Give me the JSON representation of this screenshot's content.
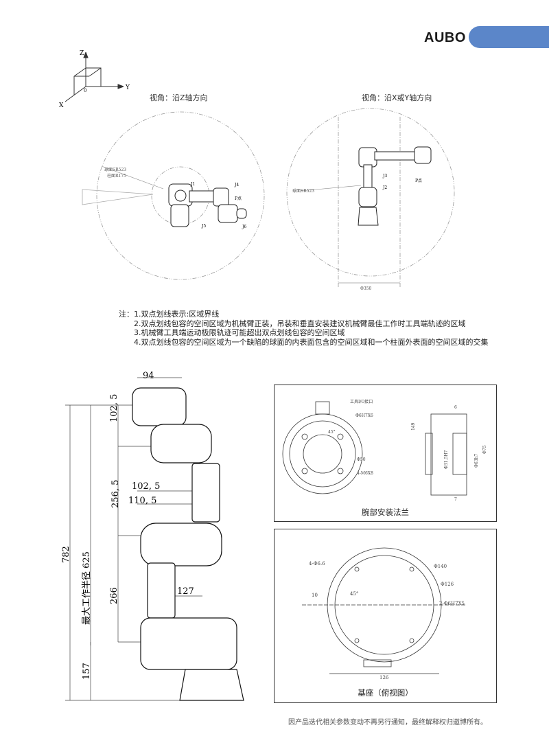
{
  "header": {
    "brand": "AUBO",
    "accent": "#5b86c9"
  },
  "axes_icon": {
    "z": "Z",
    "y": "Y",
    "x": "X",
    "origin": "0"
  },
  "views": {
    "left_caption": "视角：沿Z轴方向",
    "right_caption": "视角：沿X或Y轴方向",
    "left_labels": {
      "sphere": "球面SR523",
      "cylinder": "柱面R175",
      "j1": "J1",
      "j4": "J4",
      "j5": "J5",
      "j6": "J6",
      "p": "P点"
    },
    "right_labels": {
      "sphere": "球面SR523",
      "j2": "J2",
      "j3": "J3",
      "p": "P点",
      "diameter": "Φ350"
    }
  },
  "notes": {
    "lines": [
      "注：1.双点划线表示:区域界线",
      "2.双点划线包容的空间区域为机械臂正装，吊装和垂直安装建议机械臂最佳工作时工具端轨迹的区域",
      "3.机械臂工具端运动极限轨迹可能超出双点划线包容的空间区域",
      "4.双点划线包容的空间区域为一个缺陷的球面的内表面包含的空间区域和一个柱面外表面的空间区域的交集"
    ]
  },
  "arm_dims": {
    "d94": "94",
    "d102_5_top": "102, 5",
    "d256_5": "256, 5",
    "d102_5": "102, 5",
    "d110_5": "110, 5",
    "d782": "782",
    "d625": "最大工作半径 625",
    "d266": "266",
    "d127": "127",
    "d157": "157"
  },
  "flange": {
    "caption": "腕部安装法兰",
    "labels": {
      "io": "工具I/O接口",
      "d6h7x6": "Φ6H7X6",
      "d50": "Φ50",
      "m6": "4-M6X8",
      "a45": "45°",
      "d6": "6",
      "d149": "149",
      "d31": "Φ31.5H7",
      "d63": "Φ63h7",
      "d75": "Φ75",
      "d7": "7"
    }
  },
  "base": {
    "caption": "基座（俯视图）",
    "labels": {
      "holes": "4-Φ6.6",
      "d140": "Φ140",
      "d126_circle": "Φ126",
      "pins": "2-Φ6H7X5",
      "a45": "45°",
      "d10": "10",
      "d126": "126"
    }
  },
  "footer": {
    "text": "因产品迭代相关参数变动不再另行通知，最终解释权归遨博所有。"
  }
}
